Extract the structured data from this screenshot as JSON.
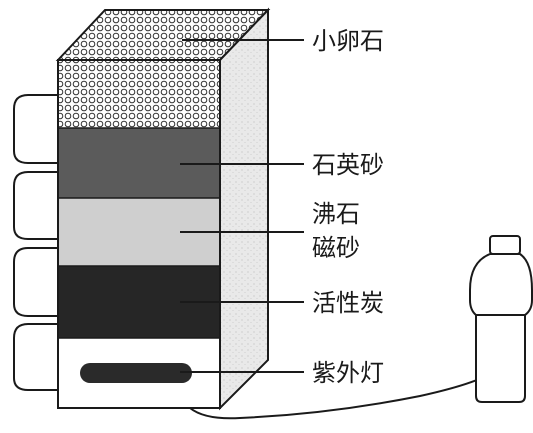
{
  "labels": {
    "pebbles": "小卵石",
    "quartz_sand": "石英砂",
    "zeolite_line1": "沸石",
    "zeolite_line2": "磁砂",
    "activated_carbon": "活性炭",
    "uv_lamp": "紫外灯"
  },
  "colors": {
    "outline": "#1a1a1a",
    "quartz_layer": "#5b5b5b",
    "zeolite_layer": "#cfcfcf",
    "carbon_layer": "#262626",
    "side_panel": "#e9e9e9",
    "lamp": "#2a2a2a"
  }
}
